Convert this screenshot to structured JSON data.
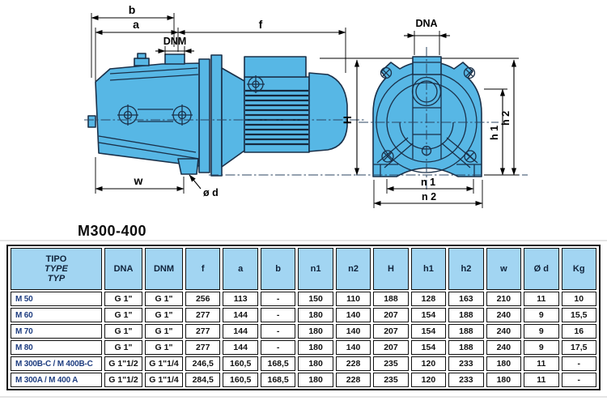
{
  "drawing": {
    "caption": "M300-400",
    "colors": {
      "pump_fill": "#57b7e5",
      "outline": "#1a3049",
      "dimension": "#000000"
    },
    "side_view_labels": {
      "b": "b",
      "a": "a",
      "f": "f",
      "dnm": "DNM",
      "h": "H",
      "w": "w",
      "od": "ø d"
    },
    "front_view_labels": {
      "dna": "DNA",
      "h1": "h 1",
      "h2": "h 2",
      "n1": "n 1",
      "n2": "n 2"
    }
  },
  "table": {
    "colors": {
      "header_bg": "#a2d5f2",
      "model_text": "#1e3d80",
      "border": "#121212"
    },
    "header": {
      "type_lines": [
        "TIPO",
        "TYPE",
        "TYP"
      ],
      "columns": [
        "DNA",
        "DNM",
        "f",
        "a",
        "b",
        "n1",
        "n2",
        "H",
        "h1",
        "h2",
        "w",
        "Ø d",
        "Kg"
      ]
    },
    "rows": [
      {
        "model": "M 50",
        "values": [
          "G 1\"",
          "G 1\"",
          "256",
          "113",
          "-",
          "150",
          "110",
          "188",
          "128",
          "163",
          "210",
          "11",
          "10"
        ]
      },
      {
        "model": "M 60",
        "values": [
          "G 1\"",
          "G 1\"",
          "277",
          "144",
          "-",
          "180",
          "140",
          "207",
          "154",
          "188",
          "240",
          "9",
          "15,5"
        ]
      },
      {
        "model": "M 70",
        "values": [
          "G 1\"",
          "G 1\"",
          "277",
          "144",
          "-",
          "180",
          "140",
          "207",
          "154",
          "188",
          "240",
          "9",
          "16"
        ]
      },
      {
        "model": "M 80",
        "values": [
          "G 1\"",
          "G 1\"",
          "277",
          "144",
          "-",
          "180",
          "140",
          "207",
          "154",
          "188",
          "240",
          "9",
          "17,5"
        ]
      },
      {
        "model": "M 300B-C / M 400B-C",
        "values": [
          "G 1\"1/2",
          "G 1\"1/4",
          "246,5",
          "160,5",
          "168,5",
          "180",
          "228",
          "235",
          "120",
          "233",
          "180",
          "11",
          "-"
        ]
      },
      {
        "model": "M 300A / M 400 A",
        "values": [
          "G 1\"1/2",
          "G 1\"1/4",
          "284,5",
          "160,5",
          "168,5",
          "180",
          "228",
          "235",
          "120",
          "233",
          "180",
          "11",
          "-"
        ]
      }
    ]
  }
}
